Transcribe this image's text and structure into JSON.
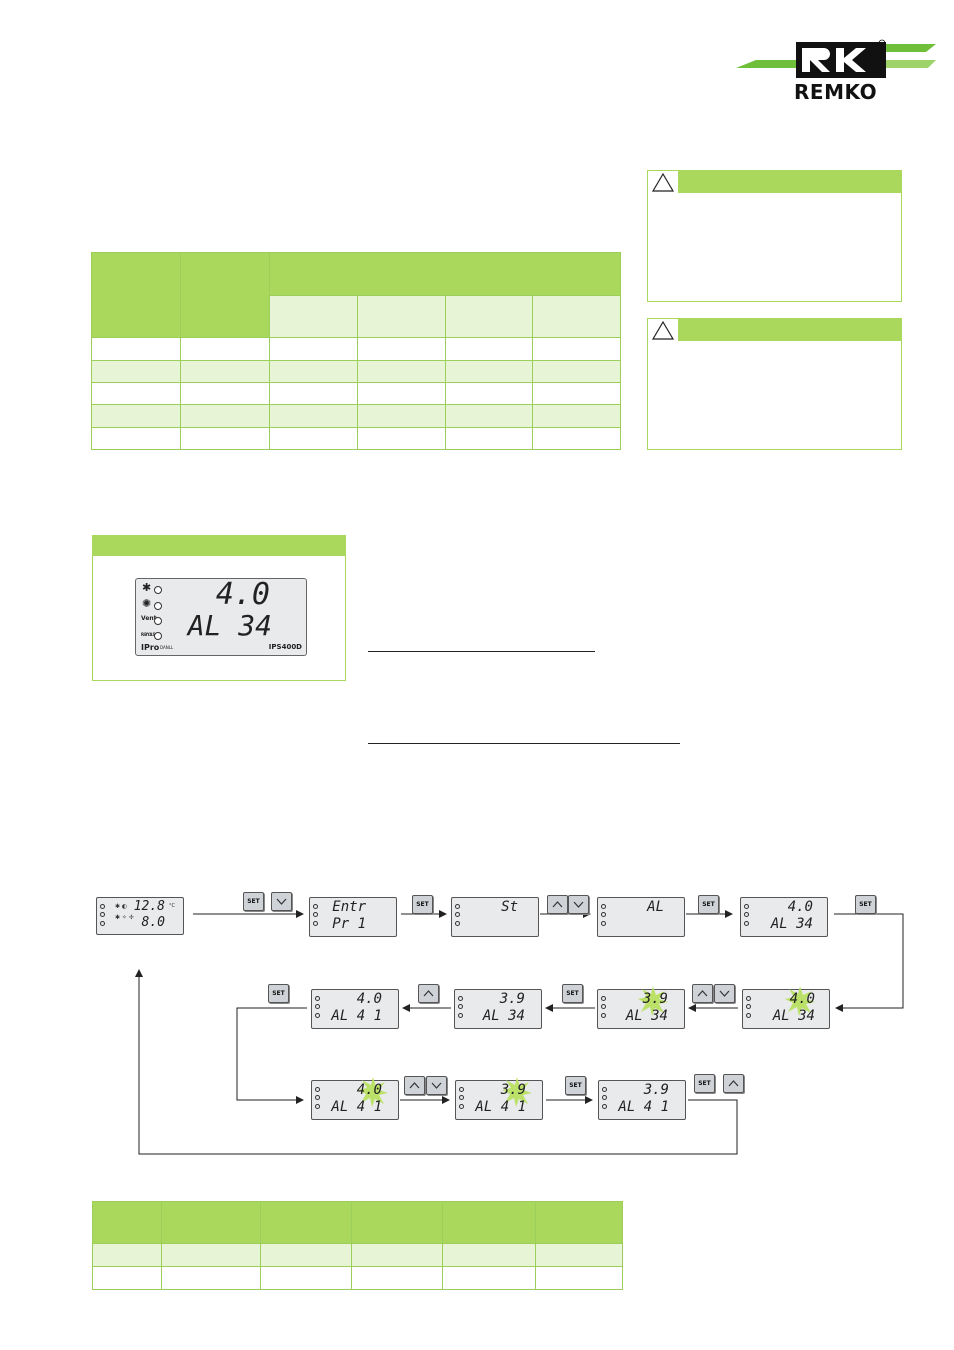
{
  "brand": {
    "name": "REMKO",
    "colors": {
      "accent": "#a9d85c",
      "accent_light": "#e8f4d6",
      "logo_green": "#6fbf3a"
    }
  },
  "lcd_main": {
    "value": "4.0",
    "code": "AL 34",
    "brand": "IPro",
    "brand_sub": "DANLL",
    "model": "IPS400D",
    "vent_label": "Vent",
    "defrost_label": "RBYAS"
  },
  "flow": {
    "keys": {
      "set": "SET"
    },
    "start_display": {
      "line1": "12.8",
      "unit": "°C",
      "line2": "8.0"
    },
    "row1": [
      {
        "line1": "Entr",
        "line2": "Pr 1"
      },
      {
        "line1": "St",
        "line2": ""
      },
      {
        "line1": "AL",
        "line2": ""
      },
      {
        "line1": "4.0",
        "line2": "AL 34"
      }
    ],
    "row2": [
      {
        "line1": "4.0",
        "line2": "AL 34"
      },
      {
        "line1": "3.9",
        "line2": "AL 34"
      },
      {
        "line1": "3.9",
        "line2": "AL 34"
      },
      {
        "line1": "4.0",
        "line2": "AL 4 1"
      }
    ],
    "row3": [
      {
        "line1": "4.0",
        "line2": "AL 4 1"
      },
      {
        "line1": "3.9",
        "line2": "AL 4 1"
      },
      {
        "line1": "3.9",
        "line2": "AL 4 1"
      }
    ]
  }
}
